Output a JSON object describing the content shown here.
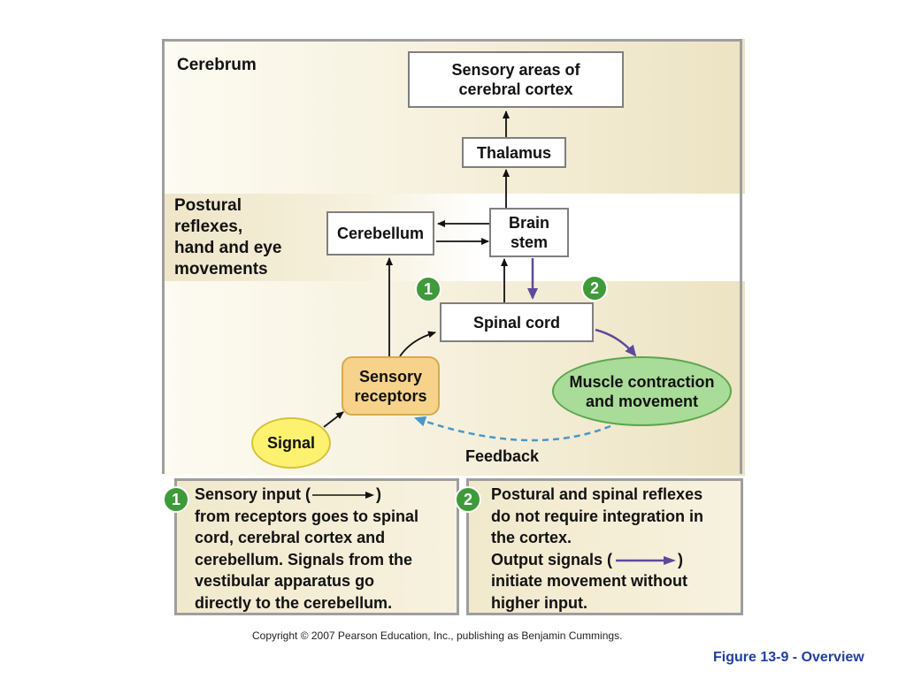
{
  "sections": {
    "cerebrum": "Cerebrum",
    "postural": [
      "Postural",
      "reflexes,",
      "hand and eye",
      "movements"
    ]
  },
  "nodes": {
    "sensory_areas": [
      "Sensory areas of",
      "cerebral cortex"
    ],
    "thalamus": "Thalamus",
    "brain_stem": [
      "Brain",
      "stem"
    ],
    "cerebellum": "Cerebellum",
    "spinal_cord": "Spinal cord",
    "sensory_receptors": [
      "Sensory",
      "receptors"
    ],
    "muscle": [
      "Muscle contraction",
      "and movement"
    ],
    "signal": "Signal",
    "feedback": "Feedback"
  },
  "badges": {
    "one": "1",
    "two": "2"
  },
  "notes": {
    "one": {
      "line1_pre": "Sensory input (",
      "line1_post": ")",
      "lines": [
        "from receptors goes to spinal",
        "cord, cerebral cortex and",
        "cerebellum. Signals from the",
        "vestibular apparatus go",
        "directly to the cerebellum."
      ]
    },
    "two": {
      "lines_a": [
        "Postural and spinal reflexes",
        "do not require integration in",
        "the cortex."
      ],
      "line_out_pre": "Output signals (",
      "line_out_post": ")",
      "lines_b": [
        "initiate movement without",
        "higher input."
      ]
    }
  },
  "copyright": "Copyright © 2007 Pearson Education, Inc., publishing as Benjamin Cummings.",
  "figure_label": "Figure 13-9 - Overview",
  "colors": {
    "sensory_arrow": "#111111",
    "output_arrow": "#5b4a9a",
    "feedback_arrow": "#4a97c8",
    "receptor_fill": "#f7d28a",
    "signal_fill": "#fdf170",
    "muscle_fill": "#a8dc98",
    "badge_green": "#3f9a3a",
    "figure_label": "#1f3fa0"
  }
}
